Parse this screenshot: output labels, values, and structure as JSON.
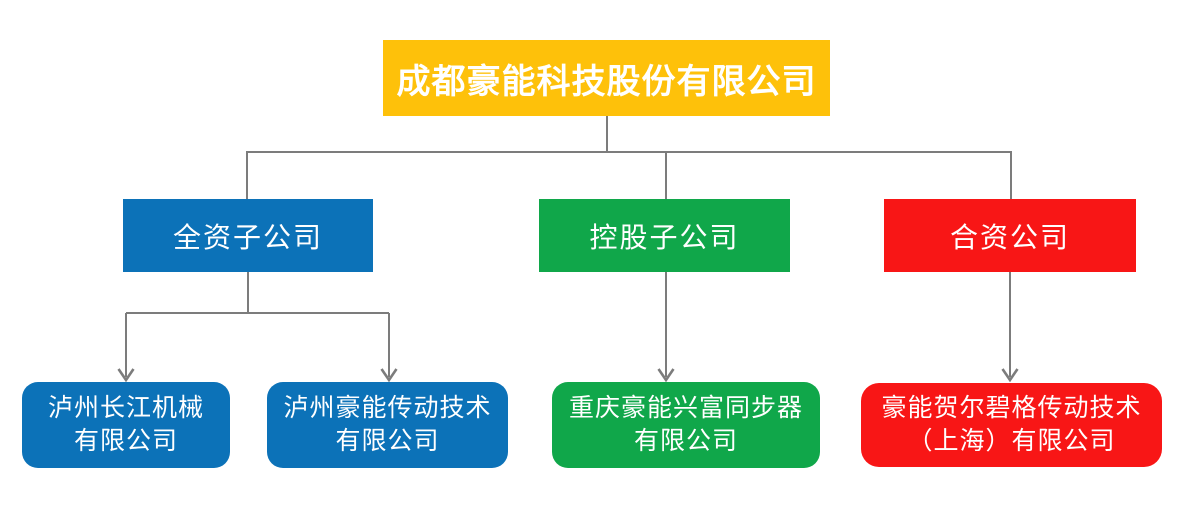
{
  "org_chart": {
    "title_node": {
      "label": "成都豪能科技股份有限公司",
      "color": "#FEC10A"
    },
    "text_color": "#FFFFFF",
    "connector_color": "#7C7C7C",
    "categories": [
      {
        "label": "全资子公司",
        "color": "#0C72B8"
      },
      {
        "label": "控股子公司",
        "color": "#10A74A"
      },
      {
        "label": "合资公司",
        "color": "#F81616"
      }
    ],
    "subsidiaries": [
      {
        "lines": [
          "泸州长江机械",
          "有限公司"
        ],
        "color": "#0C72B8",
        "parent": "全资子公司"
      },
      {
        "lines": [
          "泸州豪能传动技术",
          "有限公司"
        ],
        "color": "#0C72B8",
        "parent": "全资子公司"
      },
      {
        "lines": [
          "重庆豪能兴富同步器",
          "有限公司"
        ],
        "color": "#10A74A",
        "parent": "控股子公司"
      },
      {
        "lines": [
          "豪能贺尔碧格传动技术",
          "（上海）有限公司"
        ],
        "color": "#F81616",
        "parent": "合资公司"
      }
    ]
  }
}
